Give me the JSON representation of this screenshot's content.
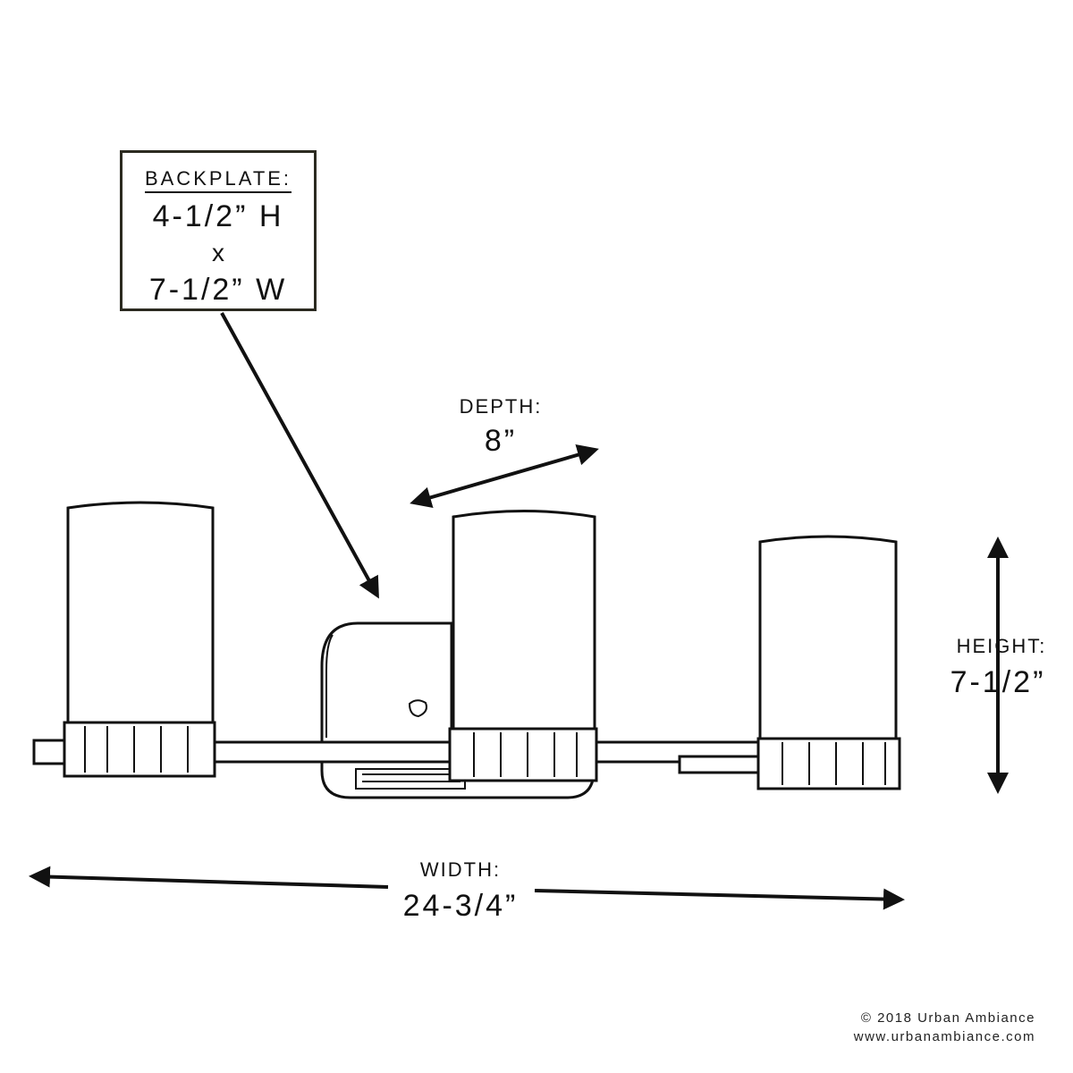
{
  "backplate": {
    "title": "BACKPLATE:",
    "height": "4-1/2” H",
    "separator": "x",
    "width": "7-1/2” W"
  },
  "depth": {
    "label": "DEPTH:",
    "value": "8”"
  },
  "height": {
    "label": "HEIGHT:",
    "value": "7-1/2”"
  },
  "width": {
    "label": "WIDTH:",
    "value": "24-3/4”"
  },
  "footer": {
    "copyright": "© 2018 Urban Ambiance",
    "website": "www.urbanambiance.com"
  },
  "colors": {
    "line": "#111111",
    "box_border": "#2b2a20",
    "background": "#ffffff"
  }
}
